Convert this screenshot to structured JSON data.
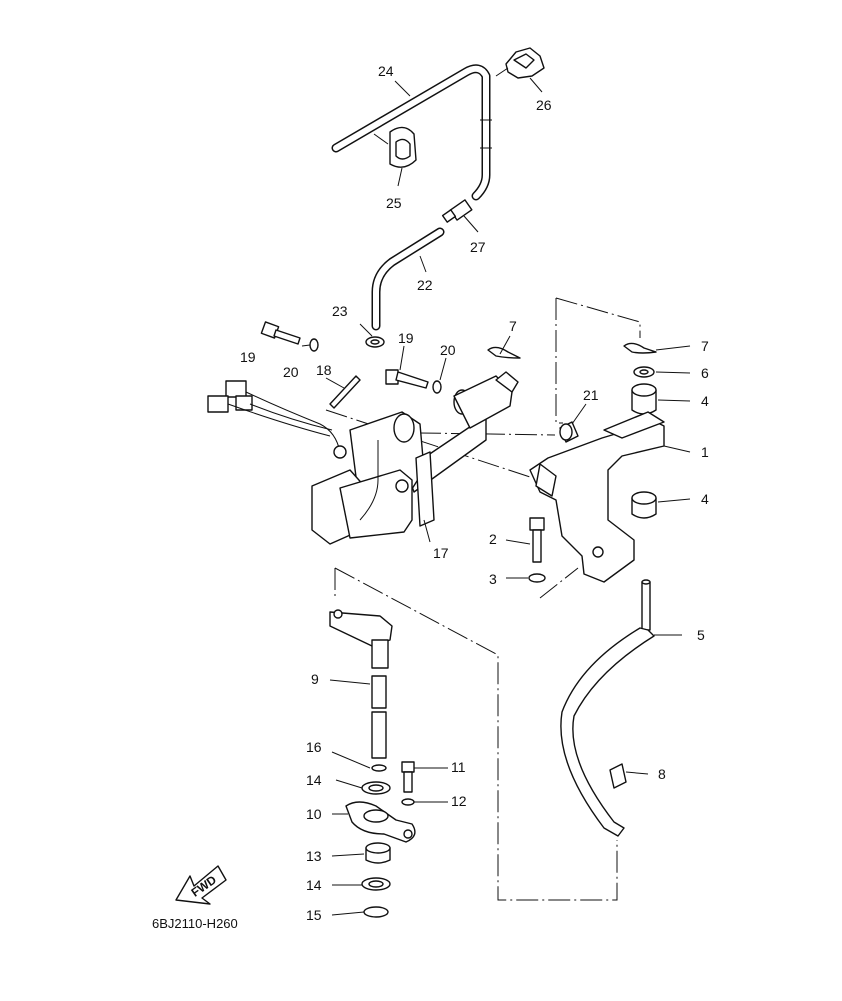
{
  "diagram": {
    "figure_code": "6BJ2110-H260",
    "fwd_label": "FWD",
    "callouts": {
      "c1": "1",
      "c2": "2",
      "c3": "3",
      "c4a": "4",
      "c4b": "4",
      "c5": "5",
      "c6": "6",
      "c7a": "7",
      "c7b": "7",
      "c8": "8",
      "c9": "9",
      "c10": "10",
      "c11": "11",
      "c12": "12",
      "c13": "13",
      "c14a": "14",
      "c14b": "14",
      "c15": "15",
      "c16": "16",
      "c17": "17",
      "c18": "18",
      "c19a": "19",
      "c19b": "19",
      "c20a": "20",
      "c20b": "20",
      "c21": "21",
      "c22": "22",
      "c23": "23",
      "c24": "24",
      "c25": "25",
      "c26": "26",
      "c27": "27"
    }
  }
}
